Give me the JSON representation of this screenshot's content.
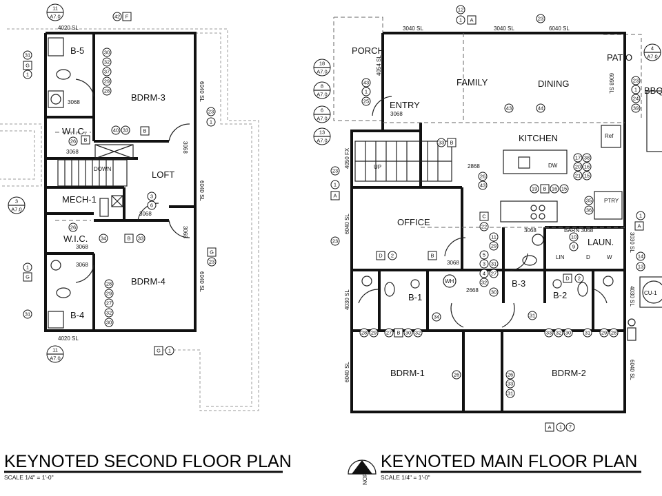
{
  "second_floor": {
    "title": "KEYNOTED SECOND FLOOR PLAN",
    "scale": "SCALE 1/4\" = 1'-0\"",
    "rooms": {
      "b5": "B-5",
      "bdrm3": "BDRM-3",
      "wic1": "W.I.C.",
      "loft": "LOFT",
      "mech": "MECH-1",
      "wic2": "W.I.C.",
      "bdrm4": "BDRM-4",
      "b4": "B-4",
      "down": "DOWN"
    },
    "dims": {
      "top": "4020 SL",
      "bottom": "4020 SL",
      "door1": "3068",
      "door2": "3068",
      "door3": "3068",
      "door4": "3068",
      "door5": "3068",
      "door6": "3068",
      "door7": "3068",
      "win1": "6040 SL",
      "win2": "6040 SL",
      "win3": "6040 SL"
    },
    "keynotes": {
      "k11": "11",
      "a70a": "A7.0",
      "k42": "42",
      "kF": "F",
      "k31a": "31",
      "kGa": "G",
      "k1a": "1",
      "k30a": "30",
      "k32a": "32",
      "k37a": "37",
      "k29a": "29",
      "k28a": "28",
      "k23a": "23",
      "k1b": "1",
      "k26a": "26",
      "kBa": "B",
      "k40": "40",
      "k33a": "33",
      "kBb": "B",
      "k3": "3",
      "a70b": "A7.0",
      "k3b": "3",
      "k6": "6",
      "k34": "34",
      "kBc": "B",
      "k33b": "33",
      "k26b": "26",
      "kGb": "G",
      "k23b": "23",
      "k1c": "1",
      "kGc": "G",
      "k28b": "28",
      "k29b": "29",
      "k27": "27",
      "k32b": "32",
      "k30b": "30",
      "k31b": "31",
      "kGd": "G",
      "k1d": "1",
      "k11b": "11",
      "a70c": "A7.0"
    }
  },
  "main_floor": {
    "title": "KEYNOTED MAIN FLOOR PLAN",
    "scale": "SCALE 1/4\" = 1'-0\"",
    "north": "NORTH",
    "rooms": {
      "porch": "PORCH",
      "family": "FAMILY",
      "dining": "DINING",
      "patio": "PATIO",
      "bbq": "BBQ",
      "entry": "ENTRY",
      "kitchen": "KITCHEN",
      "office": "OFFICE",
      "laun": "LAUN.",
      "b1": "B-1",
      "b3": "B-3",
      "b2": "B-2",
      "bdrm1": "BDRM-1",
      "bdrm2": "BDRM-2",
      "up": "UP",
      "dw": "DW",
      "ref": "Ref",
      "ptry": "PTRY",
      "lin": "LIN",
      "d": "D",
      "w": "W",
      "wh": "WH",
      "cu": "CU-1",
      "barn": "BARN 3068"
    },
    "dims": {
      "w1": "3040 SL",
      "w2": "3040 SL",
      "w3": "6040 SL",
      "porchwin": "4054 SL",
      "entrydoor": "3068",
      "stairwin": "4050 FX",
      "officewin": "6040 SL",
      "patiowin": "6068 SL",
      "d2868": "2868",
      "d3068a": "3068",
      "d3068b": "3068",
      "d2668": "2668",
      "b1win": "4030 SL",
      "b2win": "4030 SL",
      "laundwin": "3030 SL",
      "bdrm1win": "6040 SL",
      "bdrm2win": "6040 SL"
    },
    "keynotes": {
      "k12": "12",
      "k1top": "1",
      "kAtop": "A",
      "k23top": "23",
      "k18": "18",
      "a70d": "A7.0",
      "k43a": "43",
      "k8": "8",
      "a70e": "A7.0",
      "k1p": "1",
      "k25": "25",
      "k6": "6",
      "a70f": "A7.0",
      "k13": "13",
      "a70g": "A7.0",
      "k43b": "43",
      "k44": "44",
      "k4": "4",
      "a70h": "A7.0",
      "k23p": "23",
      "k1q": "1",
      "k24": "24",
      "k39": "39",
      "k33c": "33",
      "kBd": "B",
      "k23c": "23",
      "k1e": "1",
      "kAa": "A",
      "k26c": "26",
      "k43c": "43",
      "k17": "17",
      "k38": "38",
      "k20": "20",
      "k16": "16",
      "k21": "21",
      "k15a": "15",
      "k19": "19",
      "kBe": "B",
      "k16b": "16",
      "k15b": "15",
      "k35": "35",
      "k36": "36",
      "k1f": "1",
      "kAb": "A",
      "k23d": "23",
      "kC": "C",
      "k22": "22",
      "k10": "10",
      "k9": "9",
      "k11c": "11",
      "k29c": "29",
      "k14": "14",
      "k13b": "13",
      "kDa": "D",
      "k2a": "2",
      "kBf": "B",
      "k5": "5",
      "k3c": "3",
      "k31c": "31",
      "k4b": "4",
      "k27b": "27",
      "k32c": "32",
      "k30c": "30",
      "kDb": "D",
      "k2b": "2",
      "k34b": "34",
      "k31d": "31",
      "k28c": "28",
      "k29d": "29",
      "k27c": "27",
      "kBg": "B",
      "k30d": "30",
      "k32d": "32",
      "k33d": "33",
      "k32e": "32",
      "k30e": "30",
      "k31e": "31",
      "k29e": "29",
      "k28d": "28",
      "k26d": "26",
      "k26e": "26",
      "k33e": "33",
      "k31f": "31",
      "kAc": "A",
      "k1g": "1",
      "k7": "7"
    }
  }
}
